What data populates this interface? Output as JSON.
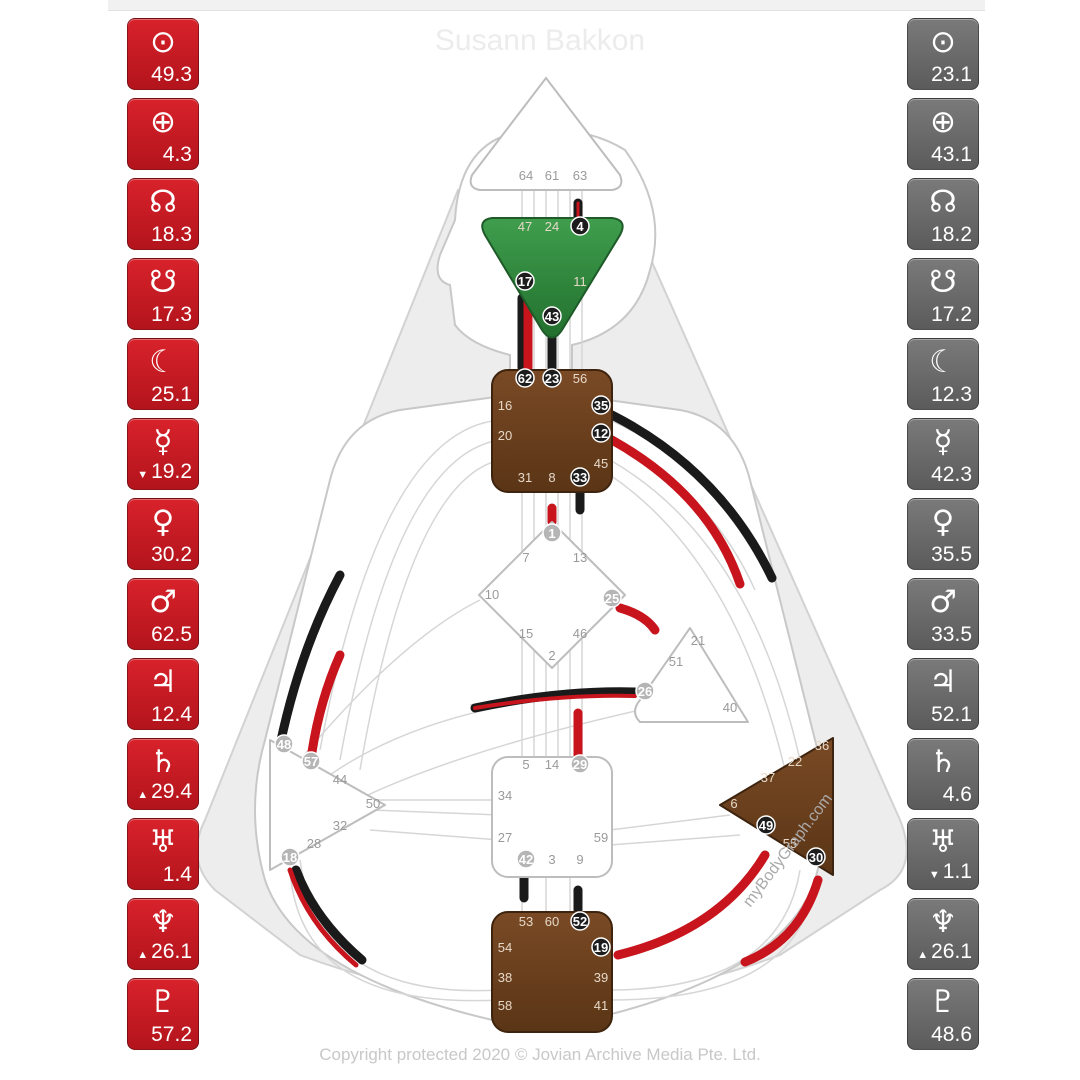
{
  "header": {
    "name": "Susann Bakkon"
  },
  "symbols": {
    "sun": "⊙",
    "earth": "⊕",
    "north_node": "☊",
    "south_node": "☋",
    "moon": "☾",
    "mercury": "☿",
    "venus": "♀",
    "mars": "♂",
    "jupiter": "♃",
    "saturn": "♄",
    "uranus": "♅",
    "neptune": "♆",
    "pluto": "♇"
  },
  "design_column": {
    "color": "#c81a22",
    "planets": [
      {
        "planet": "sun",
        "value": "49.3",
        "arrow": ""
      },
      {
        "planet": "earth",
        "value": "4.3",
        "arrow": ""
      },
      {
        "planet": "north_node",
        "value": "18.3",
        "arrow": ""
      },
      {
        "planet": "south_node",
        "value": "17.3",
        "arrow": ""
      },
      {
        "planet": "moon",
        "value": "25.1",
        "arrow": ""
      },
      {
        "planet": "mercury",
        "value": "19.2",
        "arrow": "▼"
      },
      {
        "planet": "venus",
        "value": "30.2",
        "arrow": ""
      },
      {
        "planet": "mars",
        "value": "62.5",
        "arrow": ""
      },
      {
        "planet": "jupiter",
        "value": "12.4",
        "arrow": ""
      },
      {
        "planet": "saturn",
        "value": "29.4",
        "arrow": "▲"
      },
      {
        "planet": "uranus",
        "value": "1.4",
        "arrow": ""
      },
      {
        "planet": "neptune",
        "value": "26.1",
        "arrow": "▲"
      },
      {
        "planet": "pluto",
        "value": "57.2",
        "arrow": ""
      }
    ]
  },
  "personality_column": {
    "color": "#666666",
    "planets": [
      {
        "planet": "sun",
        "value": "23.1",
        "arrow": ""
      },
      {
        "planet": "earth",
        "value": "43.1",
        "arrow": ""
      },
      {
        "planet": "north_node",
        "value": "18.2",
        "arrow": ""
      },
      {
        "planet": "south_node",
        "value": "17.2",
        "arrow": ""
      },
      {
        "planet": "moon",
        "value": "12.3",
        "arrow": ""
      },
      {
        "planet": "mercury",
        "value": "42.3",
        "arrow": ""
      },
      {
        "planet": "venus",
        "value": "35.5",
        "arrow": ""
      },
      {
        "planet": "mars",
        "value": "33.5",
        "arrow": ""
      },
      {
        "planet": "jupiter",
        "value": "52.1",
        "arrow": ""
      },
      {
        "planet": "saturn",
        "value": "4.6",
        "arrow": ""
      },
      {
        "planet": "uranus",
        "value": "1.1",
        "arrow": "▼"
      },
      {
        "planet": "neptune",
        "value": "26.1",
        "arrow": "▲"
      },
      {
        "planet": "pluto",
        "value": "48.6",
        "arrow": ""
      }
    ]
  },
  "centers": {
    "head": {
      "defined": false,
      "gates": [
        {
          "n": "64"
        },
        {
          "n": "61"
        },
        {
          "n": "63"
        }
      ]
    },
    "ajna": {
      "defined": true,
      "color": "#2e8b3e",
      "gates": [
        {
          "n": "47"
        },
        {
          "n": "24"
        },
        {
          "n": "4",
          "active": true
        },
        {
          "n": "17",
          "active": true
        },
        {
          "n": "11"
        },
        {
          "n": "43",
          "active": true
        }
      ]
    },
    "throat": {
      "defined": true,
      "color": "#6b3f1e",
      "gates": [
        {
          "n": "62",
          "active": true
        },
        {
          "n": "23",
          "active": true
        },
        {
          "n": "56"
        },
        {
          "n": "16"
        },
        {
          "n": "35",
          "active": true
        },
        {
          "n": "20"
        },
        {
          "n": "12",
          "active": true
        },
        {
          "n": "45"
        },
        {
          "n": "31"
        },
        {
          "n": "8"
        },
        {
          "n": "33",
          "active": true
        }
      ]
    },
    "g": {
      "defined": false,
      "gates": [
        {
          "n": "1",
          "active": true
        },
        {
          "n": "7"
        },
        {
          "n": "13"
        },
        {
          "n": "10"
        },
        {
          "n": "25",
          "active": true
        },
        {
          "n": "15"
        },
        {
          "n": "46"
        },
        {
          "n": "2"
        }
      ]
    },
    "ego": {
      "defined": false,
      "gates": [
        {
          "n": "21"
        },
        {
          "n": "51"
        },
        {
          "n": "26",
          "active": true
        },
        {
          "n": "40"
        }
      ]
    },
    "spleen": {
      "defined": false,
      "gates": [
        {
          "n": "48",
          "active": true
        },
        {
          "n": "57",
          "active": true
        },
        {
          "n": "44"
        },
        {
          "n": "50"
        },
        {
          "n": "32"
        },
        {
          "n": "28"
        },
        {
          "n": "18",
          "active": true
        }
      ]
    },
    "sacral": {
      "defined": false,
      "gates": [
        {
          "n": "5"
        },
        {
          "n": "14"
        },
        {
          "n": "29",
          "active": true
        },
        {
          "n": "34"
        },
        {
          "n": "27"
        },
        {
          "n": "59"
        },
        {
          "n": "42",
          "active": true
        },
        {
          "n": "3"
        },
        {
          "n": "9"
        }
      ]
    },
    "solar_plexus": {
      "defined": true,
      "color": "#6b3f1e",
      "gates": [
        {
          "n": "36"
        },
        {
          "n": "22"
        },
        {
          "n": "37"
        },
        {
          "n": "6"
        },
        {
          "n": "49",
          "active": true
        },
        {
          "n": "55"
        },
        {
          "n": "30",
          "active": true
        }
      ]
    },
    "root": {
      "defined": true,
      "color": "#6b3f1e",
      "gates": [
        {
          "n": "53"
        },
        {
          "n": "60"
        },
        {
          "n": "52",
          "active": true
        },
        {
          "n": "54"
        },
        {
          "n": "19",
          "active": true
        },
        {
          "n": "38"
        },
        {
          "n": "39"
        },
        {
          "n": "58"
        },
        {
          "n": "41"
        }
      ]
    }
  },
  "watermark": "myBodyGraph.com",
  "copyright": "Copyright protected 2020 © Jovian Archive Media Pte. Ltd."
}
